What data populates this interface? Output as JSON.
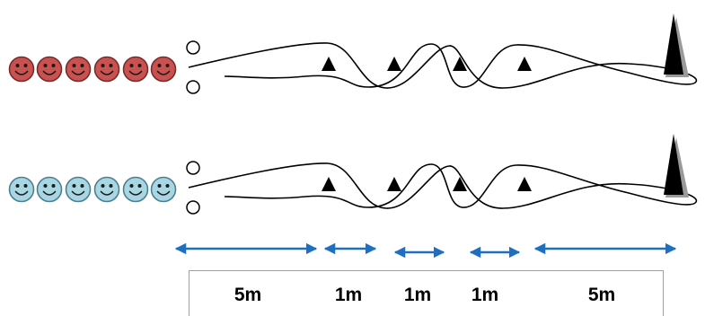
{
  "colors": {
    "team_red_fill": "#c9514f",
    "team_red_stroke": "#7a2a28",
    "team_blue_fill": "#a9d6e3",
    "team_blue_stroke": "#4c7f8f",
    "arrow": "#1f6fc1",
    "cone": "#000000",
    "path": "#000000"
  },
  "icons": {
    "player": "smiley-face-icon",
    "start_marker": "circle-marker-icon",
    "cone": "triangle-cone-icon",
    "turn_pole": "tall-pole-icon"
  },
  "teams": [
    {
      "id": "red",
      "players": 6
    },
    {
      "id": "blue",
      "players": 6
    }
  ],
  "distances": [
    "5m",
    "1m",
    "1m",
    "1m",
    "5m"
  ]
}
